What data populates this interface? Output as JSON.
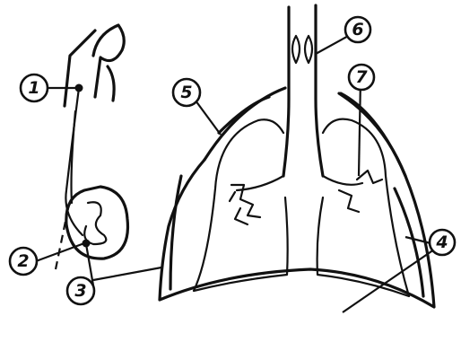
{
  "diagram": {
    "labels": [
      {
        "id": "1",
        "text": "1"
      },
      {
        "id": "2",
        "text": "2"
      },
      {
        "id": "3",
        "text": "3"
      },
      {
        "id": "4",
        "text": "4"
      },
      {
        "id": "5",
        "text": "5"
      },
      {
        "id": "6",
        "text": "6"
      },
      {
        "id": "7",
        "text": "7"
      }
    ],
    "colors": {
      "ink": "#111111",
      "background": "#ffffff"
    }
  }
}
